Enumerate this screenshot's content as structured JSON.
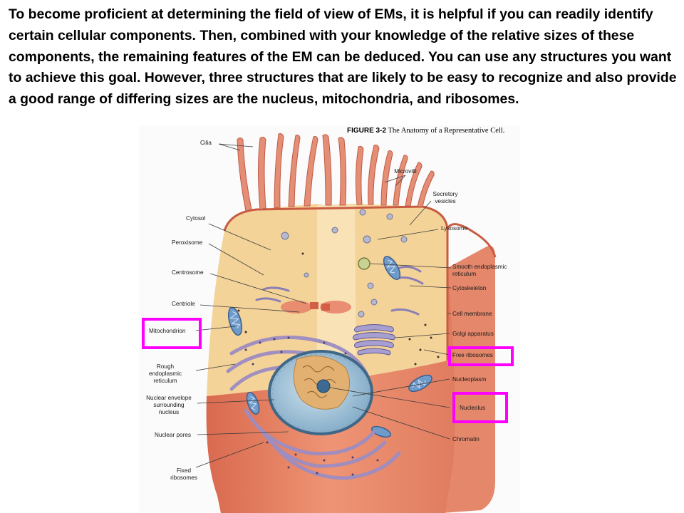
{
  "intro_text": "To become proficient at determining the field of view of EMs, it is helpful if you can readily identify certain cellular components.  Then, combined with your knowledge of the relative sizes of these components, the remaining features of the EM can be deduced.  You can use any structures you want to achieve this goal.  However, three structures that are likely to be easy to recognize and also provide a good range of differing sizes are the nucleus, mitochondria, and ribosomes.",
  "figure": {
    "number": "FIGURE 3-2",
    "title": "The Anatomy of a Representative Cell.",
    "labels": {
      "cilia": "Cilia",
      "microvilli": "Microvilli",
      "secretory_vesicles": "Secretory vesicles",
      "cytosol": "Cytosol",
      "lysosome": "Lysosome",
      "peroxisome": "Peroxisome",
      "smooth_er": "Smooth endoplasmic reticulum",
      "centrosome": "Centrosome",
      "cytoskeleton": "Cytoskeleton",
      "centriole": "Centriole",
      "cell_membrane": "Cell membrane",
      "mitochondrion": "Mitochondrion",
      "golgi": "Golgi apparatus",
      "free_ribosomes": "Free ribosomes",
      "rough_er": "Rough endoplasmic reticulum",
      "nucleoplasm": "Nucleoplasm",
      "nuclear_envelope": "Nuclear envelope surrounding nucleus",
      "nucleolus": "Nucleolus",
      "nuclear_pores": "Nuclear pores",
      "chromatin": "Chromatin",
      "fixed_ribosomes": "Fixed ribosomes"
    }
  },
  "colors": {
    "highlight": "#ff00ff",
    "cytoplasm": "#f6d9a0",
    "cell_wall": "#e87a5e",
    "nucleus": "#9ec2d8",
    "nucleolus": "#3d6a93",
    "rough_er": "#b9a4cf",
    "mitochondrion": "#7aa3cf"
  }
}
